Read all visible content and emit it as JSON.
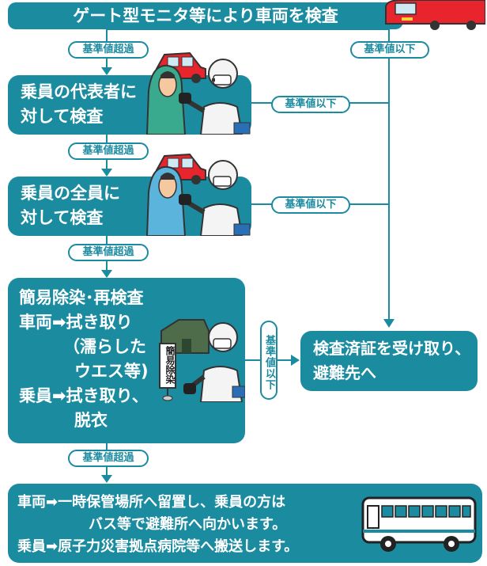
{
  "header": {
    "title": "ゲート型モニタ等により車両を検査"
  },
  "badges": {
    "exceed": "基準値超過",
    "below": "基準値以下"
  },
  "step1": {
    "line1": "乗員の代表者に",
    "line2": "対して検査"
  },
  "step2": {
    "line1": "乗員の全員に",
    "line2": "対して検査"
  },
  "step3": {
    "line1": "簡易除染･再検査",
    "line2": "車両➡拭き取り",
    "line3": "（濡らした",
    "line4": "ウエス等)",
    "line5": "乗員➡拭き取り、",
    "line6": "脱衣",
    "tent_sign": "簡易除染"
  },
  "result": {
    "line1": "検査済証を受け取り、",
    "line2": "避難先へ"
  },
  "final": {
    "line1": "車両➡一時保管場所へ留置し、乗員の方は",
    "line2": "バス等で避難所へ向かいます。",
    "line3": "乗員➡原子力災害拠点病院等へ搬送します。"
  },
  "colors": {
    "teal": "#1b8ba0",
    "car_red": "#e8242c",
    "suit_blue": "#5ab4dc",
    "tent_green": "#4e6b4a"
  }
}
